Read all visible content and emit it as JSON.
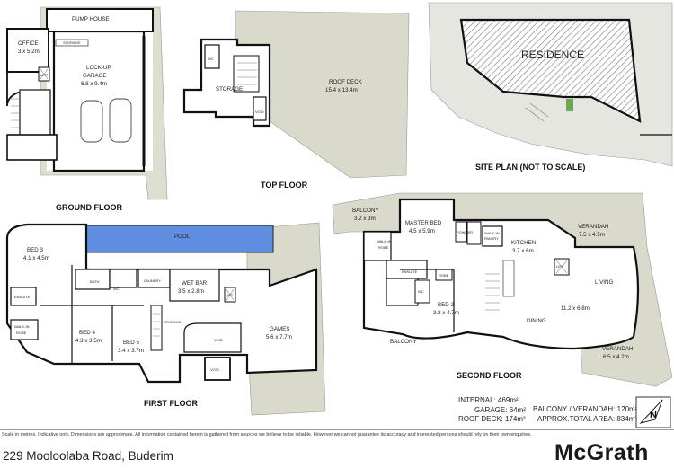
{
  "floors": {
    "ground": {
      "title": "GROUND FLOOR",
      "rooms": {
        "pump_house": "PUMP HOUSE",
        "office": "OFFICE",
        "office_dim": "3 x 5.2m",
        "garage": "LOCK-UP",
        "garage2": "GARAGE",
        "garage_dim": "6.8 x 9.4m",
        "storage": "STORAGE",
        "lift": "LIFT"
      }
    },
    "top": {
      "title": "TOP FLOOR",
      "rooms": {
        "roof_deck": "ROOF DECK",
        "roof_deck_dim": "15.4 x 13.4m",
        "storage": "STORAGE",
        "wc": "WC",
        "void": "VOID"
      }
    },
    "site": {
      "title": "SITE PLAN (NOT TO SCALE)",
      "residence": "RESIDENCE"
    },
    "first": {
      "title": "FIRST FLOOR",
      "rooms": {
        "pool": "POOL",
        "bed3": "BED 3",
        "bed3_dim": "4.1 x 4.5m",
        "ensuite": "ENSUITE",
        "walkin": "WALK-IN",
        "robe": "ROBE",
        "bath": "BATH",
        "wc": "WC",
        "laundry": "LAUNDRY",
        "wetbar": "WET BAR",
        "wetbar_dim": "3.5 x 2.8m",
        "bed4": "BED 4",
        "bed4_dim": "4.3 x 3.5m",
        "bed5": "BED 5",
        "bed5_dim": "3.4 x 3.7m",
        "storage": "STORAGE",
        "void1": "VOID",
        "void2": "VOID",
        "lift": "LIFT",
        "games": "GAMES",
        "games_dim": "5.6 x 7.7m"
      }
    },
    "second": {
      "title": "SECOND FLOOR",
      "rooms": {
        "balcony1": "BALCONY",
        "balcony1_dim": "3.2 x 3m",
        "master": "MASTER BED",
        "master_dim": "4.5 x 5.9m",
        "walkin": "WALK-IN",
        "robe": "ROBE",
        "ensuite": "ENSUITE",
        "wc": "WC",
        "robe2": "ROBE",
        "bed2": "BED 2",
        "bed2_dim": "3.8 x 4.7m",
        "balcony2": "BALCONY",
        "powder": "POWDER",
        "wip": "WALK-IN",
        "pantry": "PANTRY",
        "kitchen": "KITCHEN",
        "kitchen_dim": "3.7 x 6m",
        "verandah1": "VERANDAH",
        "verandah1_dim": "7.5 x 4.5m",
        "lift": "LIFT",
        "living": "LIVING",
        "living_dim": "11.2 x 6.8m",
        "dining": "DINING",
        "verandah2": "VERANDAH",
        "verandah2_dim": "6.5 x 4.2m"
      }
    }
  },
  "areas": {
    "internal_label": "INTERNAL:",
    "internal_value": "469m²",
    "garage_label": "GARAGE:",
    "garage_value": "64m²",
    "roofdeck_label": "ROOF DECK:",
    "roofdeck_value": "174m²",
    "balcony_label": "BALCONY / VERANDAH:",
    "balcony_value": "120m²",
    "total_label": "APPROX.TOTAL AREA:",
    "total_value": "834m²"
  },
  "compass_letter": "N",
  "disclaimer": "Scale in metres. Indicative only. Dimensions are approximate. All information contained herein is gathered from sources we believe to be reliable. However we cannot guarantee its accuracy and interested persons should rely on their own enquiries.",
  "address": "229 Mooloolaba Road, Buderim",
  "brand": "McGrath",
  "colors": {
    "wall": "#111111",
    "deck": "#d9d9cc",
    "pool": "#5f8de0",
    "site": "#e6e6e0",
    "residence_hatch": "#9a9a9a"
  }
}
